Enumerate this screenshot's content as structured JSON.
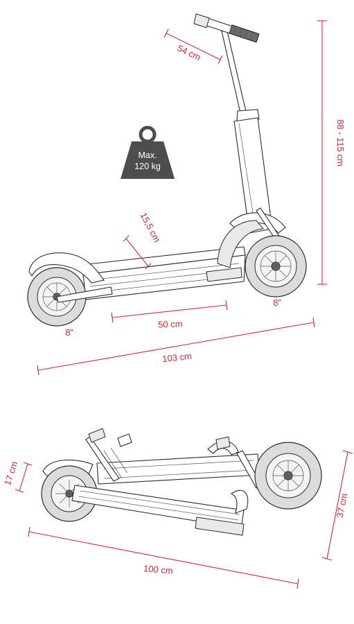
{
  "weight": {
    "line1": "Max.",
    "line2": "120 kg",
    "color": "#4d4d4d"
  },
  "dimensions_unfolded": {
    "handlebar_width": "54 cm",
    "height": "88 - 115 cm",
    "deck_width": "15,5 cm",
    "deck_length": "50 cm",
    "overall_length": "103 cm",
    "wheel_front": "8”",
    "wheel_rear": "8”"
  },
  "dimensions_folded": {
    "height": "17 cm",
    "width": "37 cm",
    "length": "100 cm"
  },
  "colors": {
    "dimension": "#d9262e",
    "sketch": "#2b2b2b"
  }
}
